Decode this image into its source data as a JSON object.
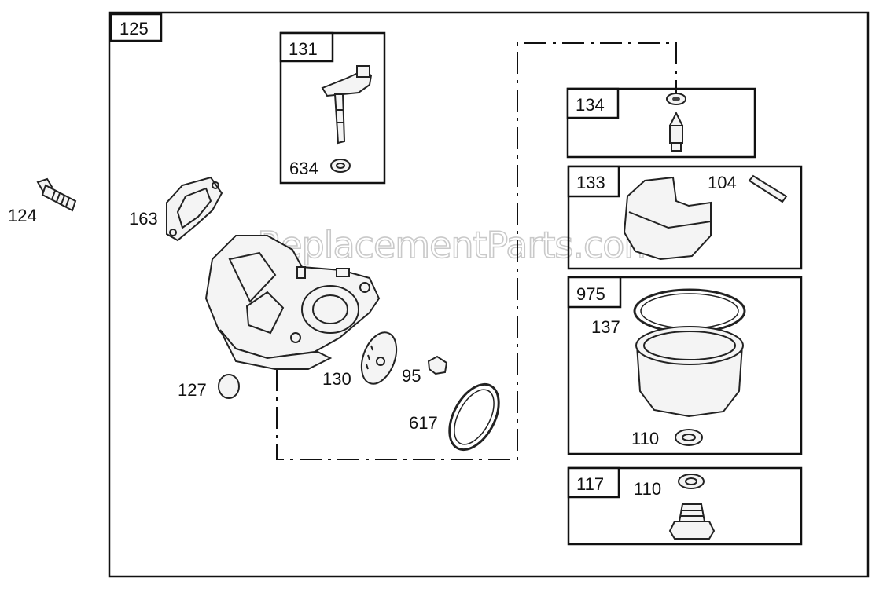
{
  "watermark": "eReplacementParts.com",
  "boxes": {
    "main": "125",
    "b131": "131",
    "b134": "134",
    "b133": "133",
    "b975": "975",
    "b117": "117"
  },
  "callouts": {
    "c124": "124",
    "c163": "163",
    "c127": "127",
    "c130": "130",
    "c95": "95",
    "c617": "617",
    "c634": "634",
    "c104": "104",
    "c137": "137",
    "c110a": "110",
    "c110b": "110"
  }
}
